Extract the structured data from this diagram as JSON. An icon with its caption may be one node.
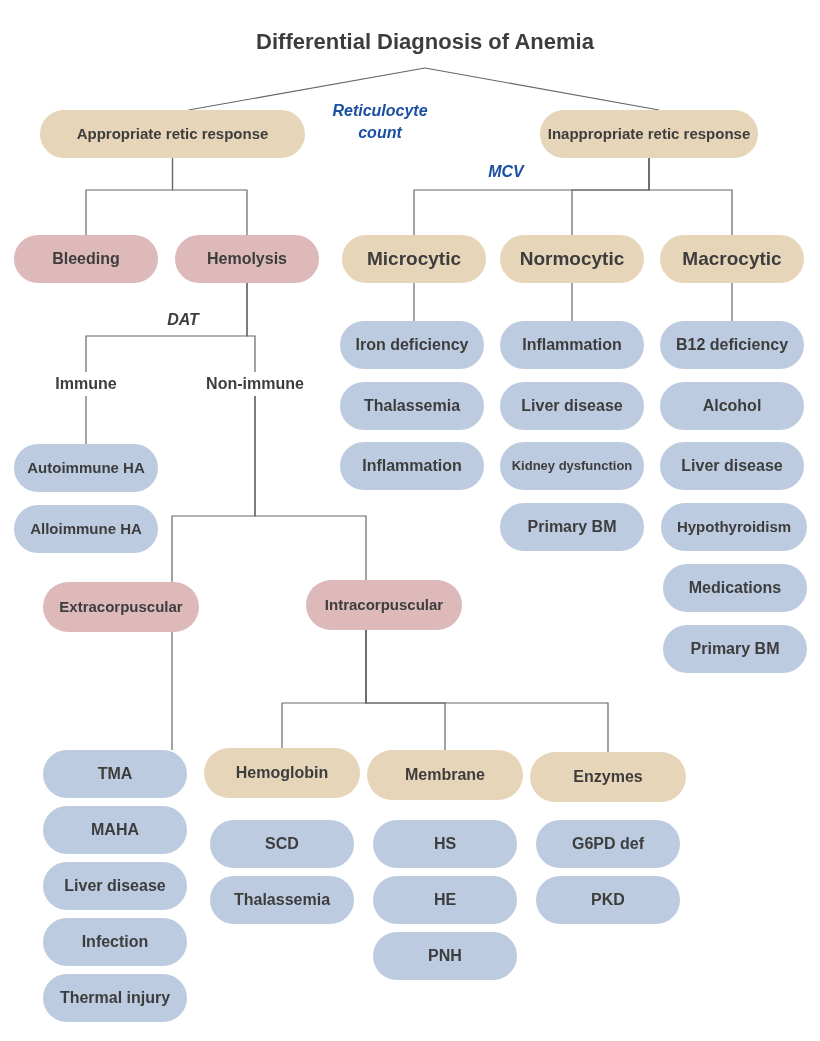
{
  "diagram": {
    "nodes": [
      {
        "text": [
          "Differential Diagnosis of Anemia"
        ]
      },
      {
        "text": [
          "Appropriate retic response"
        ]
      },
      {
        "text": [
          "Inappropriate retic response"
        ]
      },
      {
        "text": [
          "Bleeding"
        ]
      },
      {
        "text": [
          "Hemolysis"
        ]
      },
      {
        "text": [
          "Microcytic"
        ]
      },
      {
        "text": [
          "Normocytic"
        ]
      },
      {
        "text": [
          "Macrocytic"
        ]
      },
      {
        "text": [
          "Immune"
        ]
      },
      {
        "text": [
          "Non-immune"
        ]
      },
      {
        "text": [
          "Iron deficiency"
        ]
      },
      {
        "text": [
          "Thalassemia"
        ]
      },
      {
        "text": [
          "Inflammation"
        ]
      },
      {
        "text": [
          "Inflammation"
        ]
      },
      {
        "text": [
          "Liver disease"
        ]
      },
      {
        "text": [
          "Kidney dysfunction"
        ]
      },
      {
        "text": [
          "Primary BM"
        ]
      },
      {
        "text": [
          "B12 deficiency"
        ]
      },
      {
        "text": [
          "Alcohol"
        ]
      },
      {
        "text": [
          "Liver disease"
        ]
      },
      {
        "text": [
          "Hypothyroidism"
        ]
      },
      {
        "text": [
          "Medications"
        ]
      },
      {
        "text": [
          "Primary BM"
        ]
      },
      {
        "text": [
          "Autoimmune HA"
        ]
      },
      {
        "text": [
          "Alloimmune HA"
        ]
      },
      {
        "text": [
          "Extracorpuscular"
        ]
      },
      {
        "text": [
          "Intracorpuscular"
        ]
      },
      {
        "text": [
          "TMA"
        ]
      },
      {
        "text": [
          "MAHA"
        ]
      },
      {
        "text": [
          "Liver disease"
        ]
      },
      {
        "text": [
          "Infection"
        ]
      },
      {
        "text": [
          "Thermal injury"
        ]
      },
      {
        "text": [
          "Hemoglobin"
        ]
      },
      {
        "text": [
          "Membrane"
        ]
      },
      {
        "text": [
          "Enzymes"
        ]
      },
      {
        "text": [
          "SCD"
        ]
      },
      {
        "text": [
          "Thalassemia"
        ]
      },
      {
        "text": [
          "HS"
        ]
      },
      {
        "text": [
          "HE"
        ]
      },
      {
        "text": [
          "PNH"
        ]
      },
      {
        "text": [
          "G6PD def"
        ]
      },
      {
        "text": [
          "PKD"
        ]
      }
    ],
    "edges": [
      {
        "from": 0,
        "to": 1,
        "arrow": "none"
      },
      {
        "from": 0,
        "to": 2,
        "arrow": "none"
      },
      {
        "from": 1,
        "to": 3,
        "arrow": "none"
      },
      {
        "from": 1,
        "to": 4,
        "arrow": "none"
      },
      {
        "from": 2,
        "to": 5,
        "arrow": "none"
      },
      {
        "from": 2,
        "to": 6,
        "arrow": "none"
      },
      {
        "from": 2,
        "to": 7,
        "arrow": "none"
      },
      {
        "from": 4,
        "to": 8,
        "arrow": "none"
      },
      {
        "from": 4,
        "to": 9,
        "arrow": "none"
      },
      {
        "from": 5,
        "to": 10,
        "arrow": "none"
      },
      {
        "from": 6,
        "to": 13,
        "arrow": "none"
      },
      {
        "from": 7,
        "to": 17,
        "arrow": "none"
      },
      {
        "from": 8,
        "to": 23,
        "arrow": "none"
      },
      {
        "from": 9,
        "to": 25,
        "arrow": "none"
      },
      {
        "from": 9,
        "to": 26,
        "arrow": "none"
      },
      {
        "from": 25,
        "to": 27,
        "arrow": "none"
      },
      {
        "from": 26,
        "to": 32,
        "arrow": "none"
      },
      {
        "from": 26,
        "to": 33,
        "arrow": "none"
      },
      {
        "from": 26,
        "to": 34,
        "arrow": "none"
      }
    ],
    "labels": [
      "Reticulocyte count",
      "MCV",
      "DAT"
    ]
  }
}
